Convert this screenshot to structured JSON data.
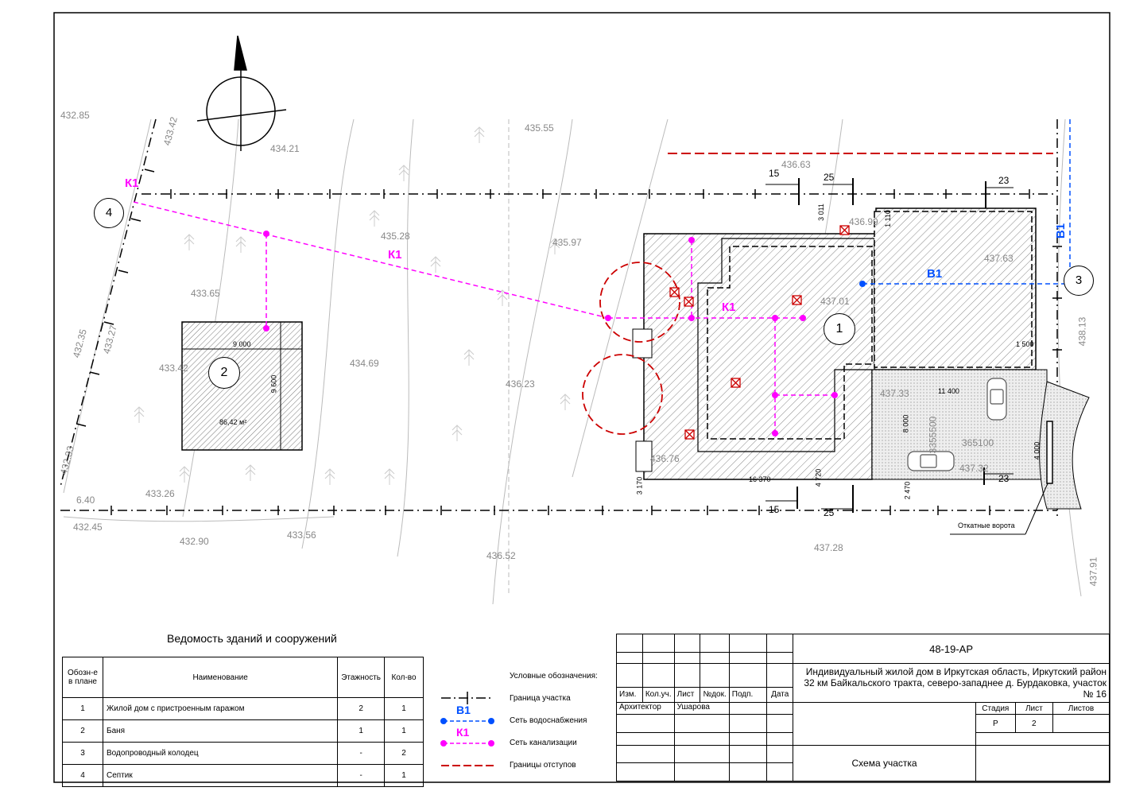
{
  "project_code": "48-19-АР",
  "project_title_line1": "Индивидуальный жилой дом в Иркутская область, Иркутский район",
  "project_title_line2": "32 км Байкальского тракта, северо-западнее д. Бурдаковка, участок № 16",
  "sheet_name": "Схема участка",
  "stamp": {
    "headers": [
      "Изм.",
      "Кол.уч.",
      "Лист",
      "№док.",
      "Подп.",
      "Дата"
    ],
    "role": "Архитектор",
    "person": "Ушарова",
    "stage_header": "Стадия",
    "sheet_header": "Лист",
    "sheets_header": "Листов",
    "stage": "Р",
    "sheet": "2",
    "sheets": ""
  },
  "schedule": {
    "title": "Ведомость зданий и сооружений",
    "headers": [
      "Обозн-е в плане",
      "Наименование",
      "Этажность",
      "Кол-во"
    ],
    "rows": [
      [
        "1",
        "Жилой дом с пристроенным гаражом",
        "2",
        "1"
      ],
      [
        "2",
        "Баня",
        "1",
        "1"
      ],
      [
        "3",
        "Водопроводный колодец",
        "-",
        "2"
      ],
      [
        "4",
        "Септик",
        "-",
        "1"
      ]
    ]
  },
  "legend": {
    "title": "Условные обозначения:",
    "items": [
      {
        "symbol": "",
        "label": "Граница участка"
      },
      {
        "symbol": "В1",
        "label": "Сеть водоснабжения"
      },
      {
        "symbol": "К1",
        "label": "Сеть канализации"
      },
      {
        "symbol": "",
        "label": "Границы отступов"
      }
    ]
  },
  "colors": {
    "sewer": "#ff00ff",
    "water": "#0050ff",
    "setback": "#cc0000",
    "contour": "#999999"
  },
  "plan": {
    "buildings": [
      {
        "marker": "1"
      },
      {
        "marker": "2",
        "width_label": "9 000",
        "depth_label": "9 600",
        "area_label": "86,42 м²"
      }
    ],
    "wells": [
      "3",
      "4"
    ],
    "network_labels": {
      "sewer": "К1",
      "water": "В1"
    },
    "elevations": [
      "432.85",
      "433.42",
      "434.21",
      "435.55",
      "436.63",
      "436.99",
      "437.63",
      "433.65",
      "435.28",
      "435.97",
      "437.01",
      "432.35",
      "433.27",
      "433.42",
      "434.69",
      "436.23",
      "437.33",
      "436.76",
      "432.33",
      "433.26",
      "6.40",
      "432.45",
      "432.90",
      "433.56",
      "436.52",
      "437.28",
      "438.13",
      "437.91",
      "365100",
      "3355500",
      "437.32"
    ],
    "dimensions": [
      "15",
      "25",
      "23",
      "3 011",
      "1 110",
      "1 500",
      "11 400",
      "8 000",
      "4 000",
      "16 370",
      "3 170",
      "4 720",
      "2 470",
      "15",
      "25",
      "23"
    ],
    "gate_label": "Откатные ворота"
  }
}
